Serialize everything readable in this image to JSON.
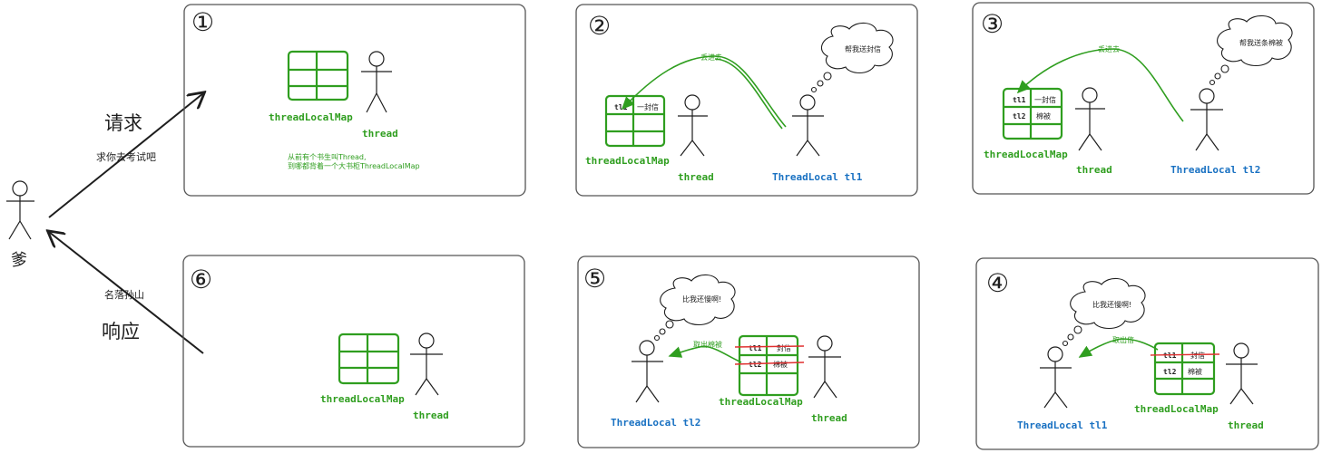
{
  "actor": {
    "label": "爹"
  },
  "request": {
    "title": "请求",
    "subtitle": "求你去考试吧"
  },
  "response": {
    "title": "响应",
    "subtitle": "名落孙山"
  },
  "panels": {
    "p1": {
      "num": "①",
      "map_label": "threadLocalMap",
      "thread_label": "thread",
      "story_line1": "从前有个书生叫Thread,",
      "story_line2": "到哪都背着一个大书柜ThreadLocalMap"
    },
    "p2": {
      "num": "②",
      "map_label": "threadLocalMap",
      "thread_label": "thread",
      "cell_key": "tl1",
      "cell_val": "一封信",
      "arrow_label": "丢进去",
      "thought": "帮我送封信",
      "tl_label": "ThreadLocal tl1"
    },
    "p3": {
      "num": "③",
      "map_label": "threadLocalMap",
      "thread_label": "thread",
      "row1_key": "tl1",
      "row1_val": "一封信",
      "row2_key": "tl2",
      "row2_val": "棉被",
      "arrow_label": "丢进去",
      "thought": "帮我送条棉被",
      "tl_label": "ThreadLocal tl2"
    },
    "p4": {
      "num": "④",
      "map_label": "threadLocalMap",
      "thread_label": "thread",
      "row1_key": "tl1",
      "row1_val": "封信",
      "row2_key": "tl2",
      "row2_val": "棉被",
      "arrow_label": "取出信",
      "thought": "比我还慢啊!",
      "tl_label": "ThreadLocal tl1"
    },
    "p5": {
      "num": "⑤",
      "map_label": "threadLocalMap",
      "thread_label": "thread",
      "row1_key": "tl1",
      "row1_val": "封信",
      "row2_key": "tl2",
      "row2_val": "棉被",
      "arrow_label": "取出棉被",
      "thought": "比我还慢啊!",
      "tl_label": "ThreadLocal tl2"
    },
    "p6": {
      "num": "⑥",
      "map_label": "threadLocalMap",
      "thread_label": "thread"
    }
  },
  "colors": {
    "green": "#2f9e1f",
    "blue": "#1971c2",
    "red": "#e03131",
    "ink": "#1e1e1e"
  }
}
